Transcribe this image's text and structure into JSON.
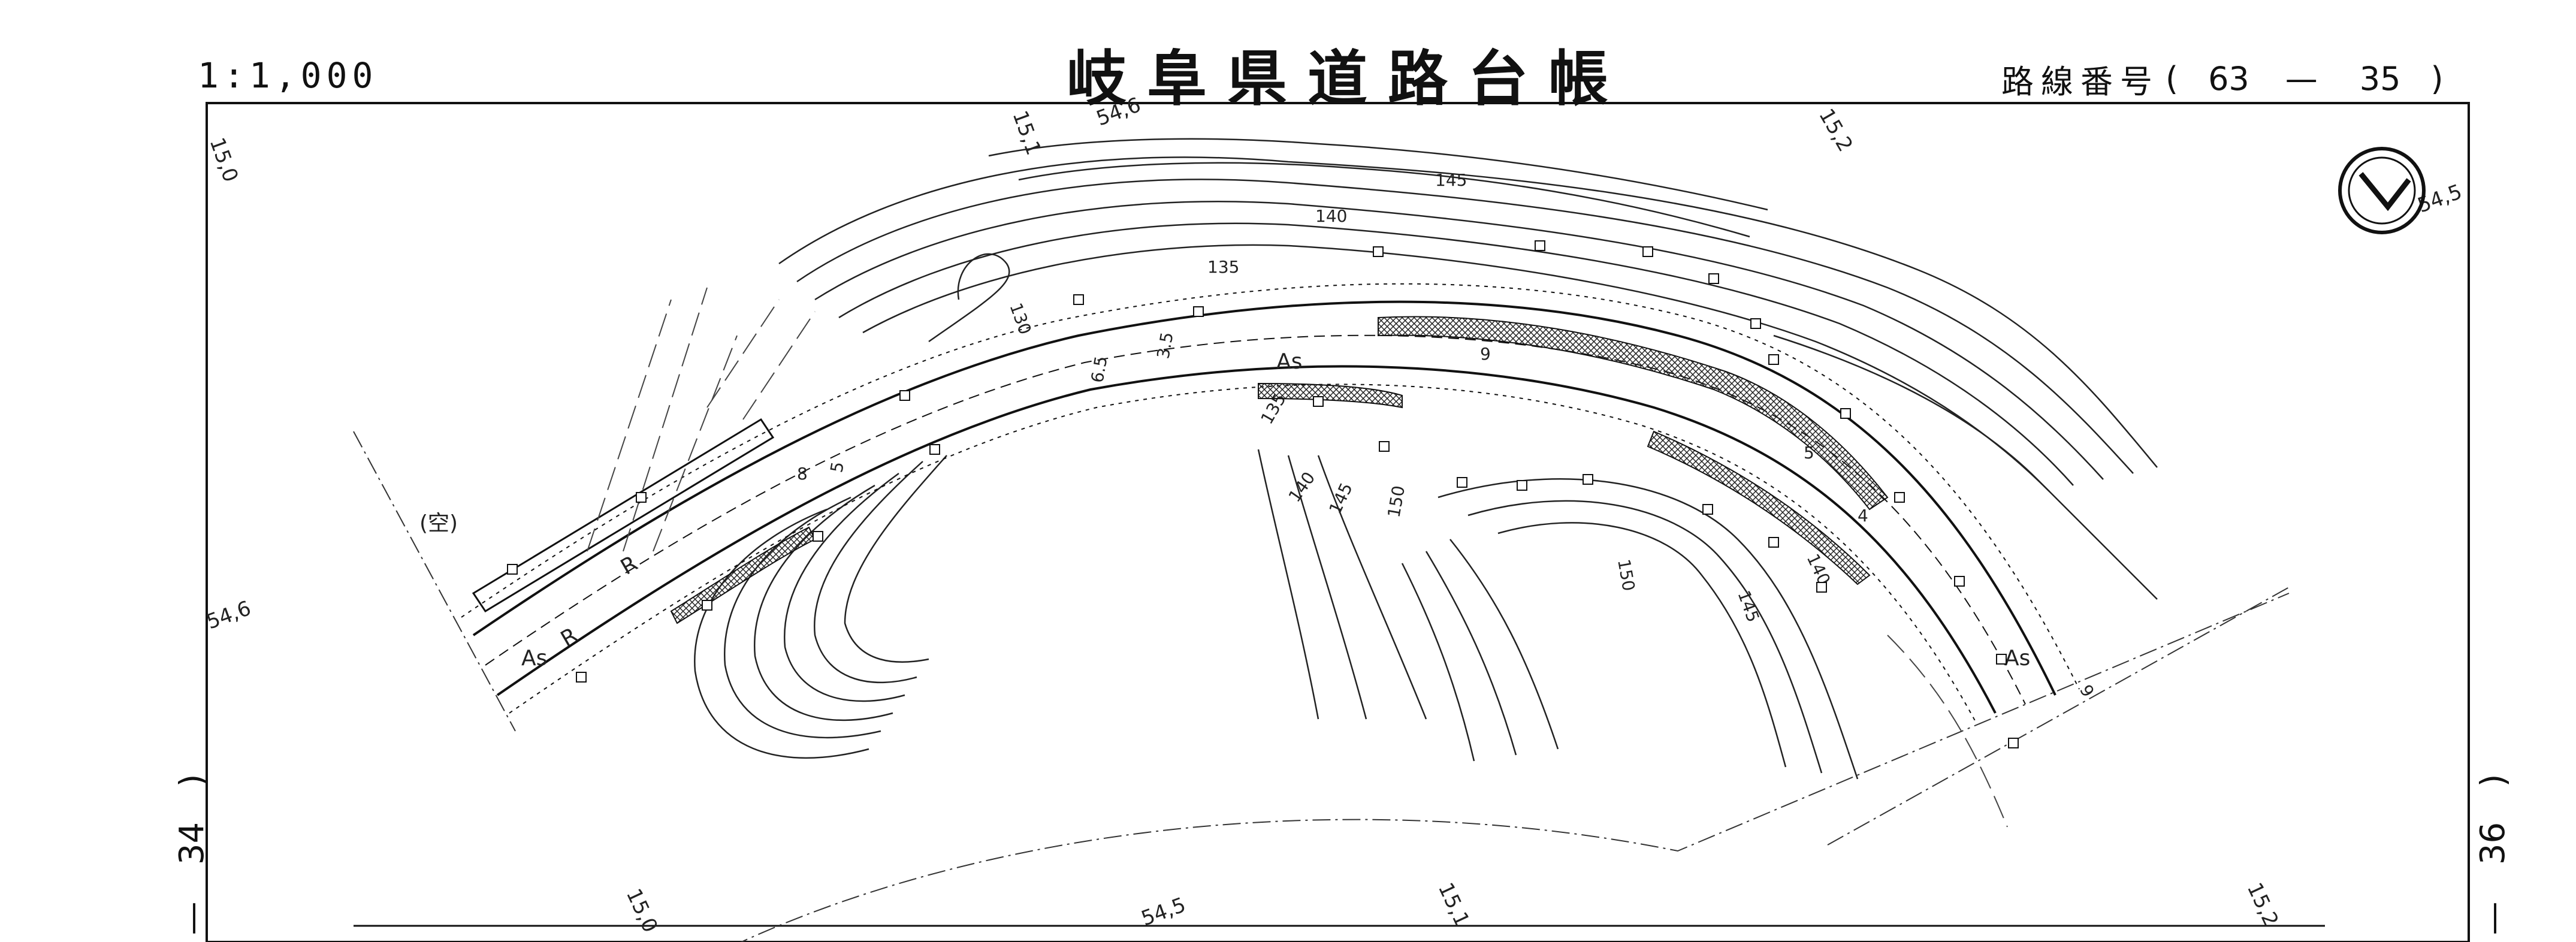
{
  "header": {
    "scale": "1:1,000",
    "title": "岐阜県道路台帳",
    "route_label": "路線番号",
    "route_open": "(",
    "route_a": "63",
    "route_dash": "—",
    "route_b": "35",
    "route_close": ")"
  },
  "sheets": {
    "left": {
      "dash": "—",
      "number": "34",
      "paren": ")"
    },
    "right": {
      "dash": "—",
      "number": "36",
      "paren": ")"
    }
  },
  "grid_ticks": {
    "top_a": "15,0",
    "top_b": "15,1",
    "top_c": "54,6",
    "top_d": "15,2",
    "right_top": "54,5",
    "left_mid": "54,6",
    "bottom_a": "15,0",
    "bottom_b": "54,5",
    "bottom_c": "15,1",
    "bottom_d": "15,2"
  },
  "contours": [
    "145",
    "140",
    "135",
    "130",
    "135",
    "140",
    "145",
    "150",
    "150",
    "145",
    "140"
  ],
  "road_labels": {
    "surface_a": "As",
    "surface_b": "As",
    "surface_c": "As",
    "retaining_a": "R",
    "retaining_b": "R",
    "vacant": "(空)",
    "width_a": "9",
    "width_b": "6.5",
    "width_c": "3.5",
    "width_d": "8",
    "width_e": "5",
    "width_f": "9",
    "width_g": "5",
    "width_h": "4"
  },
  "icons": {
    "north": "north-arrow-icon"
  }
}
